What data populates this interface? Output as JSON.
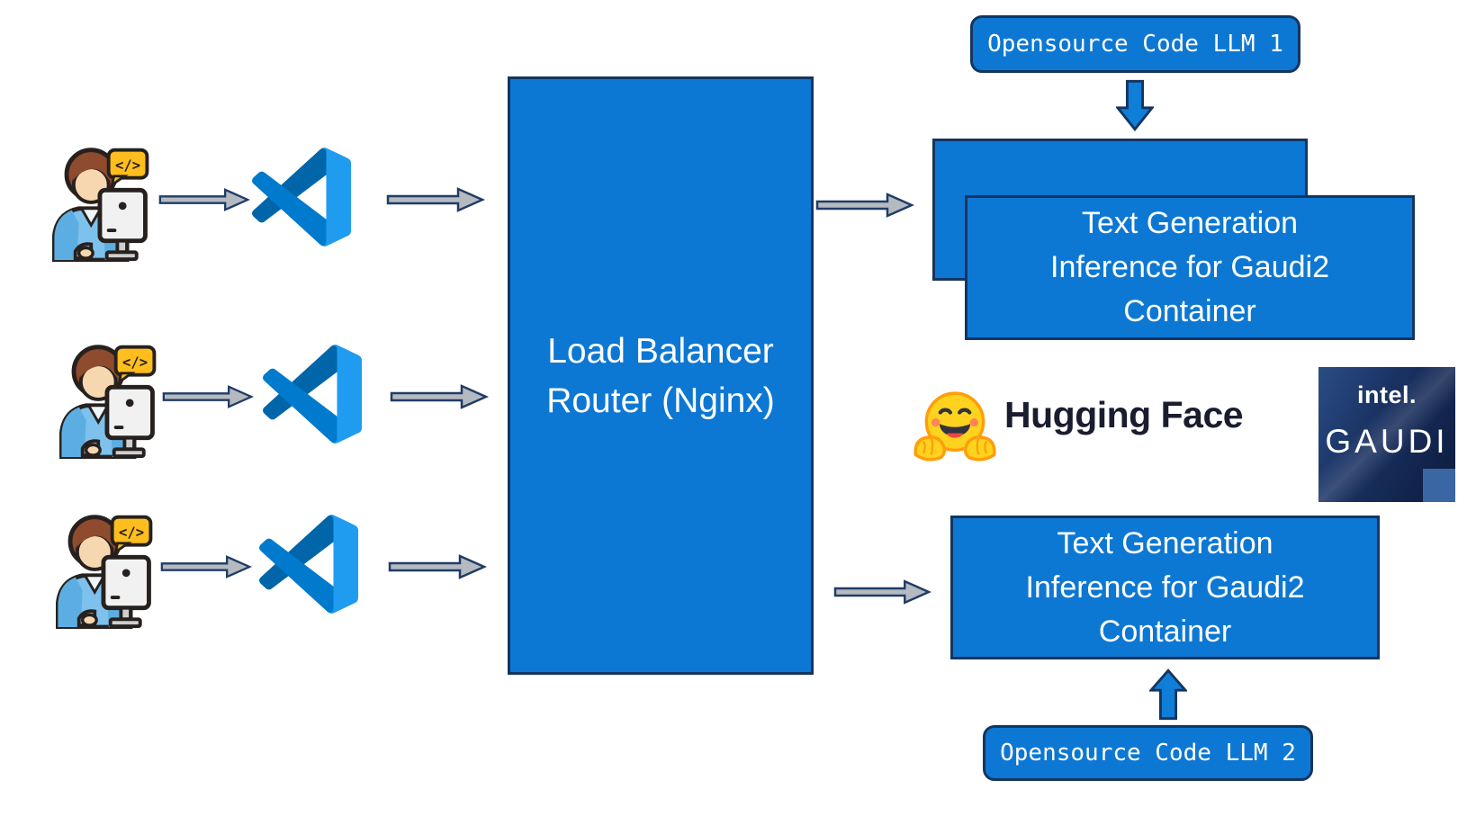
{
  "nodes": {
    "developer": {
      "bubble_code": "</>"
    },
    "load_balancer": {
      "lines": [
        "Load Balancer",
        "Router (Nginx)"
      ]
    },
    "llm_top": {
      "label": "Opensource Code LLM 1"
    },
    "llm_bottom": {
      "label": "Opensource Code LLM 2"
    },
    "tgi_top": {
      "lines": [
        "Text Generation",
        "Inference for Gaudi2",
        "Container"
      ]
    },
    "tgi_bottom": {
      "lines": [
        "Text Generation",
        "Inference for Gaudi2",
        "Container"
      ]
    },
    "huggingface": {
      "label": "Hugging Face"
    },
    "intel_gaudi": {
      "brand": "intel.",
      "product": "GAUDI"
    }
  },
  "colors": {
    "box_blue": "#0d78d3",
    "box_border": "#14355f",
    "arrow_gray_fill": "#b5bac1",
    "arrow_border": "#203c66",
    "arrow_blue_fill": "#0e7ed9",
    "hf_text": "#1a1d2f",
    "hf_yellow": "#FFD21E",
    "hf_orange": "#FF9D0B",
    "gaudi_navy_light": "#2a4d85",
    "gaudi_navy_dark": "#0d1b3d",
    "gaudi_accent_square": "#3a67a3",
    "vscode_blue_dark": "#0065A9",
    "vscode_blue": "#007ACC",
    "vscode_blue_light": "#1F9CF0",
    "text_white": "#ffffff"
  }
}
